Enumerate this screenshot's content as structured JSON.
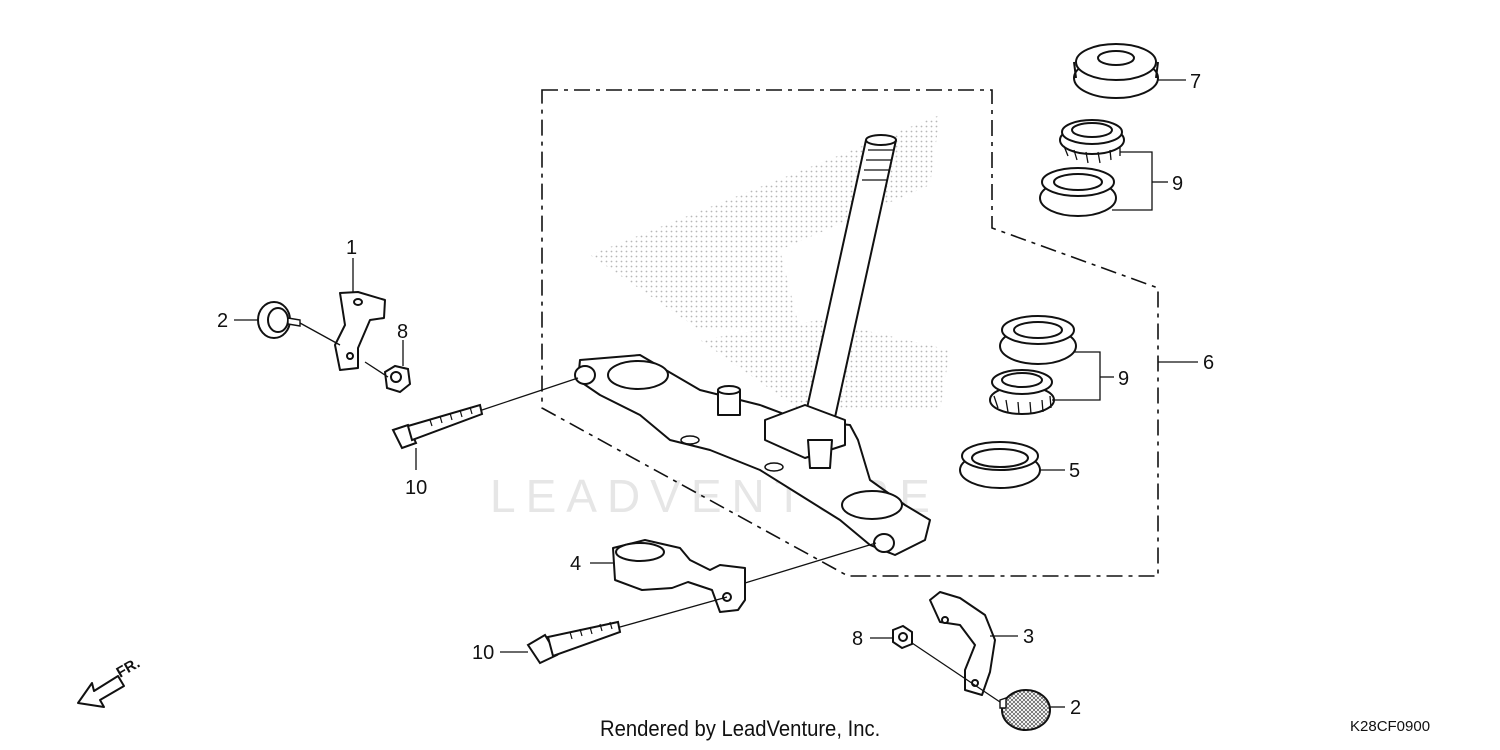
{
  "watermark": "LEADVENTURE",
  "direction_label": "FR.",
  "footer": {
    "credit": "Rendered by LeadVenture, Inc.",
    "diagram_code": "K28CF0900"
  },
  "callouts": {
    "c1": "1",
    "c2a": "2",
    "c2b": "2",
    "c3": "3",
    "c4": "4",
    "c5": "5",
    "c6": "6",
    "c7": "7",
    "c8a": "8",
    "c8b": "8",
    "c9a": "9",
    "c9b": "9",
    "c10a": "10",
    "c10b": "10"
  }
}
